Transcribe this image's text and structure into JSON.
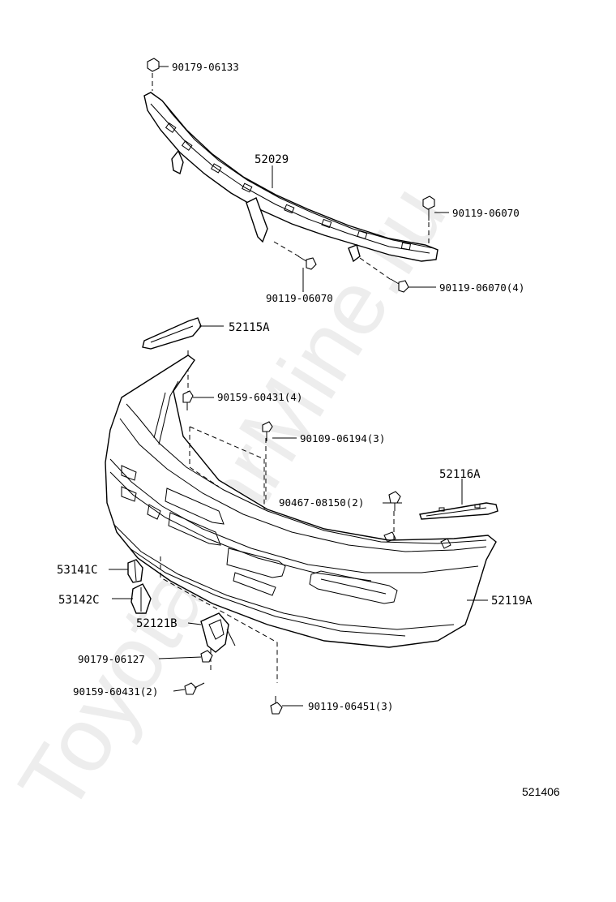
{
  "watermark": "ToyotaCarMine.ru",
  "figure_number": "521406",
  "callouts": [
    {
      "id": "c1",
      "text": "90179-06133"
    },
    {
      "id": "c2",
      "text": "52029"
    },
    {
      "id": "c3",
      "text": "90119-06070"
    },
    {
      "id": "c4",
      "text": "90119-06070"
    },
    {
      "id": "c5",
      "text": "90119-06070(4)"
    },
    {
      "id": "c6",
      "text": "52115A"
    },
    {
      "id": "c7",
      "text": "90159-60431(4)"
    },
    {
      "id": "c8",
      "text": "90109-06194(3)"
    },
    {
      "id": "c9",
      "text": "52116A"
    },
    {
      "id": "c10",
      "text": "90467-08150(2)"
    },
    {
      "id": "c11",
      "text": "53141C"
    },
    {
      "id": "c12",
      "text": "53142C"
    },
    {
      "id": "c13",
      "text": "52119A"
    },
    {
      "id": "c14",
      "text": "52121B"
    },
    {
      "id": "c15",
      "text": "90179-06127"
    },
    {
      "id": "c16",
      "text": "90159-60431(2)"
    },
    {
      "id": "c17",
      "text": "90119-06451(3)"
    }
  ]
}
